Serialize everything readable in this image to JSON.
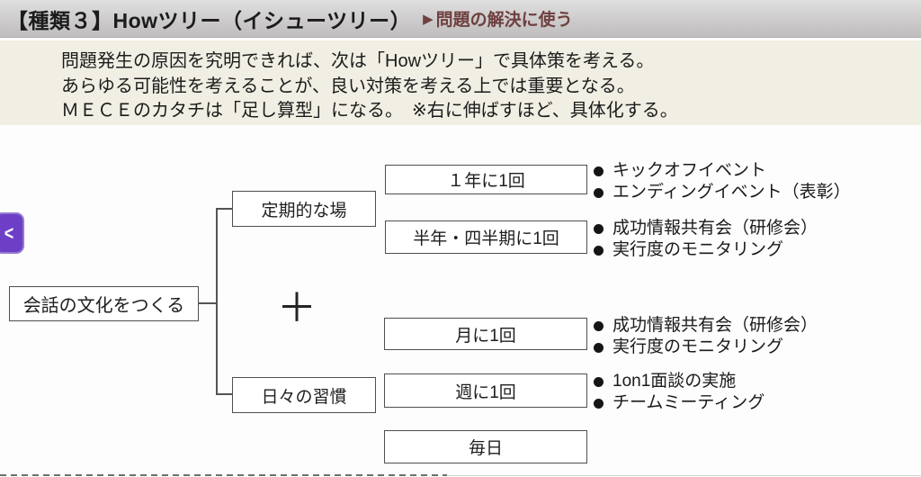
{
  "header": {
    "title": "【種類３】Howツリー（イシューツリー）",
    "arrow": "▶",
    "subtitle": "問題の解決に使う"
  },
  "intro": {
    "line1": "問題発生の原因を究明できれば、次は「Howツリー」で具体策を考える。",
    "line2": "あらゆる可能性を考えることが、良い対策を考える上では重要となる。",
    "line3": "ＭＥＣＥのカタチは「足し算型」になる。　※右に伸ばすほど、具体化する。"
  },
  "back_button": {
    "chevron": "<"
  },
  "tree": {
    "root": "会話の文化をつくる",
    "plus": "＋",
    "branch_top": "定期的な場",
    "branch_bottom": "日々の習慣",
    "leaf_year": "１年に1回",
    "leaf_half": "半年・四半期に1回",
    "leaf_month": "月に1回",
    "leaf_week": "週に1回",
    "leaf_day": "毎日"
  },
  "bullets": {
    "year": [
      "キックオフイベント",
      "エンディングイベント（表彰）"
    ],
    "half": [
      "成功情報共有会（研修会）",
      "実行度のモニタリング"
    ],
    "month": [
      "成功情報共有会（研修会）",
      "実行度のモニタリング"
    ],
    "week": [
      "1on1面談の実施",
      "チームミーティング"
    ]
  },
  "colors": {
    "accent_purple": "#6d3fc7",
    "subtitle_maroon": "#6f4040",
    "intro_bg": "#f1eee3",
    "line_gray": "#555555"
  }
}
